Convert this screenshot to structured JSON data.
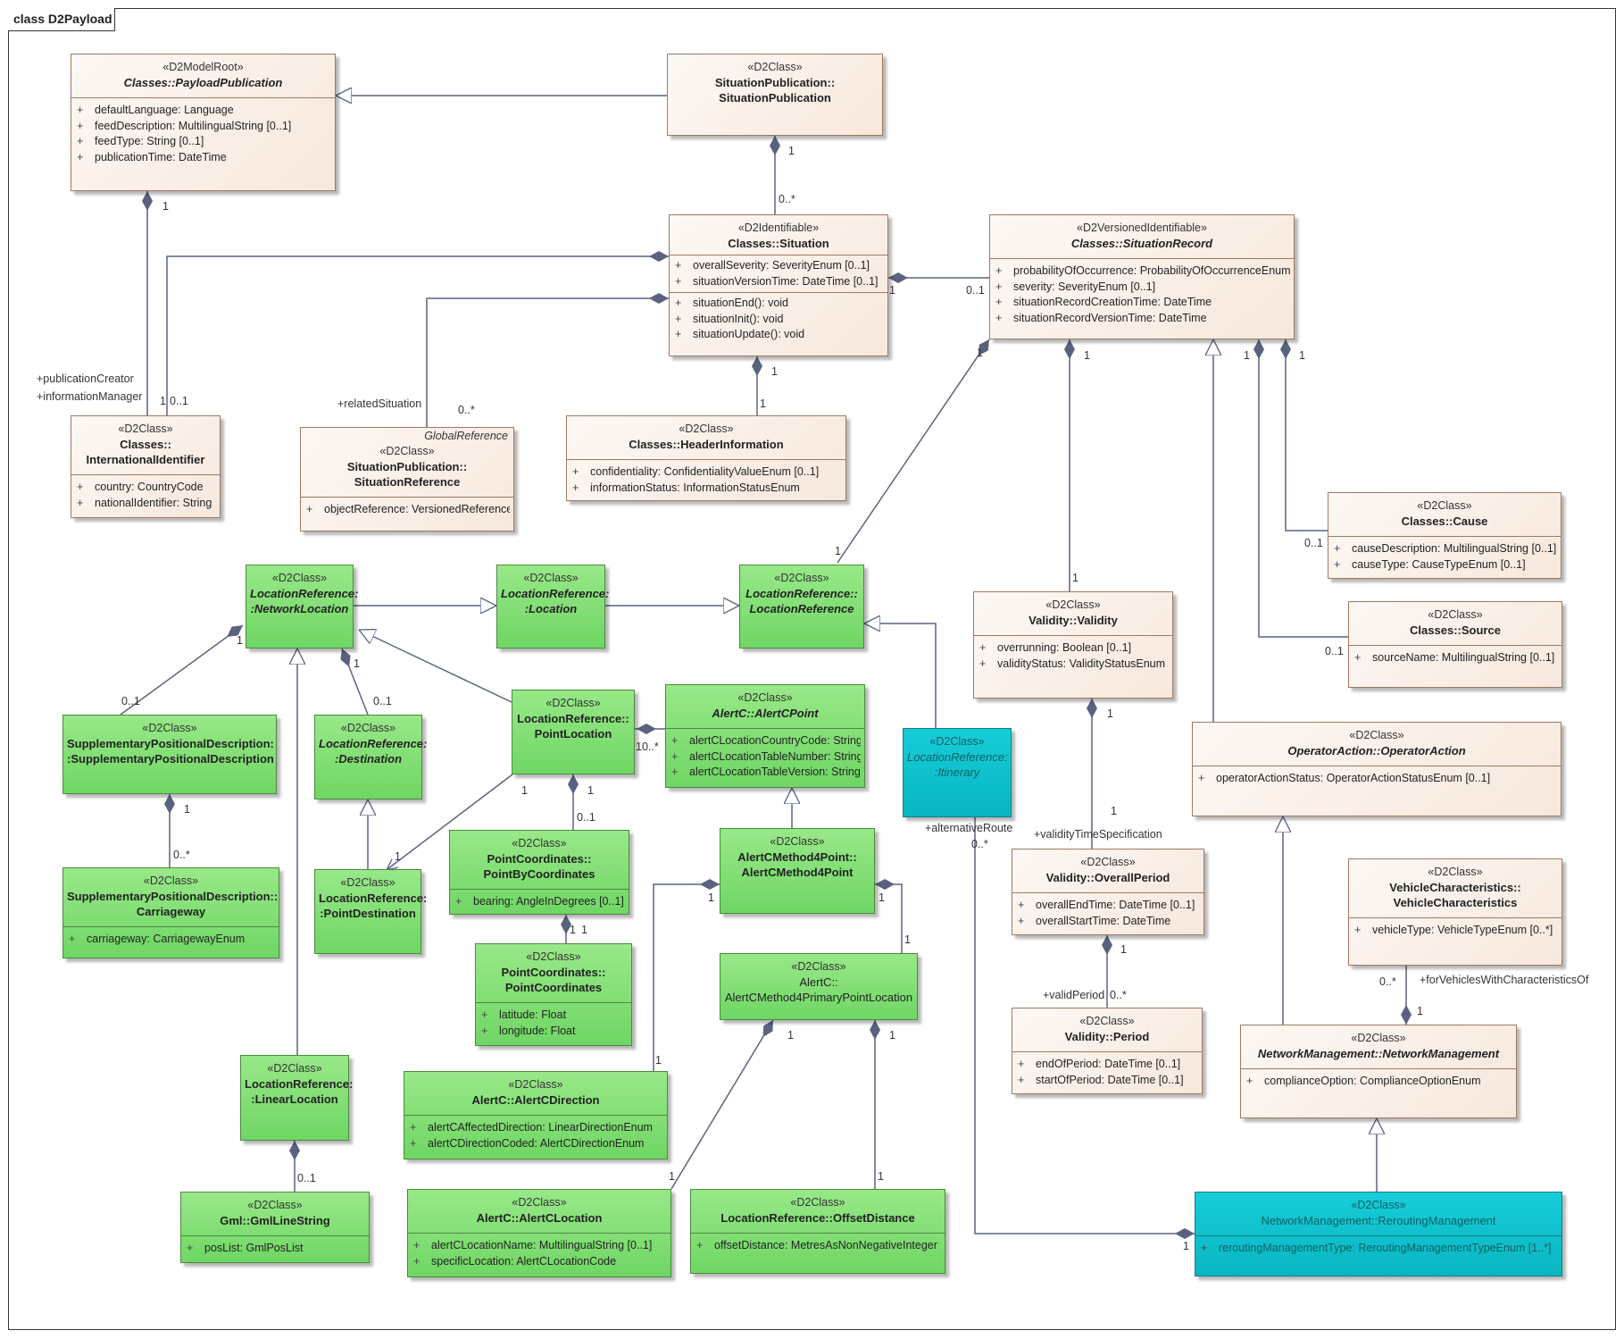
{
  "diagram": {
    "title": "class D2Payload"
  },
  "classes": {
    "payload_publication": {
      "stereotype": "«D2ModelRoot»",
      "name": "Classes::PayloadPublication",
      "attributes": [
        {
          "vis": "+",
          "text": "defaultLanguage: Language"
        },
        {
          "vis": "+",
          "text": "feedDescription: MultilingualString [0..1]"
        },
        {
          "vis": "+",
          "text": "feedType: String [0..1]"
        },
        {
          "vis": "+",
          "text": "publicationTime: DateTime"
        }
      ]
    },
    "situation_publication": {
      "stereotype": "«D2Class»",
      "name": "SituationPublication::\nSituationPublication"
    },
    "situation": {
      "stereotype": "«D2Identifiable»",
      "name": "Classes::Situation",
      "attributes": [
        {
          "vis": "+",
          "text": "overallSeverity: SeverityEnum [0..1]"
        },
        {
          "vis": "+",
          "text": "situationVersionTime: DateTime [0..1]"
        }
      ],
      "operations": [
        {
          "vis": "+",
          "text": "situationEnd(): void"
        },
        {
          "vis": "+",
          "text": "situationInit(): void"
        },
        {
          "vis": "+",
          "text": "situationUpdate(): void"
        }
      ]
    },
    "situation_record": {
      "stereotype": "«D2VersionedIdentifiable»",
      "name": "Classes::SituationRecord",
      "attributes": [
        {
          "vis": "+",
          "text": "probabilityOfOccurrence: ProbabilityOfOccurrenceEnum"
        },
        {
          "vis": "+",
          "text": "severity: SeverityEnum [0..1]"
        },
        {
          "vis": "+",
          "text": "situationRecordCreationTime: DateTime"
        },
        {
          "vis": "+",
          "text": "situationRecordVersionTime: DateTime"
        }
      ]
    },
    "international_identifier": {
      "stereotype": "«D2Class»",
      "name": "Classes::\nInternationalIdentifier",
      "attributes": [
        {
          "vis": "+",
          "text": "country: CountryCode"
        },
        {
          "vis": "+",
          "text": "nationalIdentifier: String"
        }
      ]
    },
    "situation_reference": {
      "global": "GlobalReference",
      "stereotype": "«D2Class»",
      "name": "SituationPublication::\nSituationReference",
      "attributes": [
        {
          "vis": "+",
          "text": "objectReference: VersionedReference"
        }
      ]
    },
    "header_information": {
      "stereotype": "«D2Class»",
      "name": "Classes::HeaderInformation",
      "attributes": [
        {
          "vis": "+",
          "text": "confidentiality: ConfidentialityValueEnum [0..1]"
        },
        {
          "vis": "+",
          "text": "informationStatus: InformationStatusEnum"
        }
      ]
    },
    "cause": {
      "stereotype": "«D2Class»",
      "name": "Classes::Cause",
      "attributes": [
        {
          "vis": "+",
          "text": "causeDescription: MultilingualString [0..1]"
        },
        {
          "vis": "+",
          "text": "causeType: CauseTypeEnum [0..1]"
        }
      ]
    },
    "source": {
      "stereotype": "«D2Class»",
      "name": "Classes::Source",
      "attributes": [
        {
          "vis": "+",
          "text": "sourceName: MultilingualString [0..1]"
        }
      ]
    },
    "validity": {
      "stereotype": "«D2Class»",
      "name": "Validity::Validity",
      "attributes": [
        {
          "vis": "+",
          "text": "overrunning: Boolean [0..1]"
        },
        {
          "vis": "+",
          "text": "validityStatus: ValidityStatusEnum"
        }
      ]
    },
    "operator_action": {
      "stereotype": "«D2Class»",
      "name": "OperatorAction::OperatorAction",
      "attributes": [
        {
          "vis": "+",
          "text": "operatorActionStatus: OperatorActionStatusEnum [0..1]"
        }
      ]
    },
    "overall_period": {
      "stereotype": "«D2Class»",
      "name": "Validity::OverallPeriod",
      "attributes": [
        {
          "vis": "+",
          "text": "overallEndTime: DateTime [0..1]"
        },
        {
          "vis": "+",
          "text": "overallStartTime: DateTime"
        }
      ]
    },
    "period": {
      "stereotype": "«D2Class»",
      "name": "Validity::Period",
      "attributes": [
        {
          "vis": "+",
          "text": "endOfPeriod: DateTime [0..1]"
        },
        {
          "vis": "+",
          "text": "startOfPeriod: DateTime [0..1]"
        }
      ]
    },
    "vehicle_characteristics": {
      "stereotype": "«D2Class»",
      "name": "VehicleCharacteristics::\nVehicleCharacteristics",
      "attributes": [
        {
          "vis": "+",
          "text": "vehicleType: VehicleTypeEnum [0..*]"
        }
      ]
    },
    "network_management": {
      "stereotype": "«D2Class»",
      "name": "NetworkManagement::NetworkManagement",
      "attributes": [
        {
          "vis": "+",
          "text": "complianceOption: ComplianceOptionEnum"
        }
      ]
    },
    "rerouting_management": {
      "stereotype": "«D2Class»",
      "name": "NetworkManagement::ReroutingManagement",
      "attributes": [
        {
          "vis": "+",
          "text": "reroutingManagementType: ReroutingManagementTypeEnum [1..*]"
        }
      ]
    },
    "network_location": {
      "stereotype": "«D2Class»",
      "name": "LocationReference:\n:NetworkLocation"
    },
    "location": {
      "stereotype": "«D2Class»",
      "name": "LocationReference:\n:Location"
    },
    "location_reference": {
      "stereotype": "«D2Class»",
      "name": "LocationReference::\nLocationReference"
    },
    "itinerary": {
      "stereotype": "«D2Class»",
      "name": "LocationReference:\n:Itinerary"
    },
    "supp_pos_desc": {
      "stereotype": "«D2Class»",
      "name": "SupplementaryPositionalDescription:\n:SupplementaryPositionalDescription"
    },
    "destination": {
      "stereotype": "«D2Class»",
      "name": "LocationReference:\n:Destination"
    },
    "point_location": {
      "stereotype": "«D2Class»",
      "name": "LocationReference::\nPointLocation"
    },
    "alertc_point": {
      "stereotype": "«D2Class»",
      "name": "AlertC::AlertCPoint",
      "attributes": [
        {
          "vis": "+",
          "text": "alertCLocationCountryCode: String"
        },
        {
          "vis": "+",
          "text": "alertCLocationTableNumber: String"
        },
        {
          "vis": "+",
          "text": "alertCLocationTableVersion: String"
        }
      ]
    },
    "carriageway": {
      "stereotype": "«D2Class»",
      "name": "SupplementaryPositionalDescription::\nCarriageway",
      "attributes": [
        {
          "vis": "+",
          "text": "carriageway: CarriagewayEnum"
        }
      ]
    },
    "point_destination": {
      "stereotype": "«D2Class»",
      "name": "LocationReference:\n:PointDestination"
    },
    "point_by_coordinates": {
      "stereotype": "«D2Class»",
      "name": "PointCoordinates::\nPointByCoordinates",
      "attributes": [
        {
          "vis": "+",
          "text": "bearing: AngleInDegrees [0..1]"
        }
      ]
    },
    "alertc_method4_point": {
      "stereotype": "«D2Class»",
      "name": "AlertCMethod4Point::\nAlertCMethod4Point"
    },
    "point_coordinates": {
      "stereotype": "«D2Class»",
      "name": "PointCoordinates::\nPointCoordinates",
      "attributes": [
        {
          "vis": "+",
          "text": "latitude: Float"
        },
        {
          "vis": "+",
          "text": "longitude: Float"
        }
      ]
    },
    "alertc_method4_primary": {
      "stereotype": "«D2Class»",
      "name": "AlertC::\nAlertCMethod4PrimaryPointLocation"
    },
    "linear_location": {
      "stereotype": "«D2Class»",
      "name": "LocationReference:\n:LinearLocation"
    },
    "alertc_direction": {
      "stereotype": "«D2Class»",
      "name": "AlertC::AlertCDirection",
      "attributes": [
        {
          "vis": "+",
          "text": "alertCAffectedDirection: LinearDirectionEnum"
        },
        {
          "vis": "+",
          "text": "alertCDirectionCoded: AlertCDirectionEnum"
        }
      ]
    },
    "gml_line_string": {
      "stereotype": "«D2Class»",
      "name": "Gml::GmlLineString",
      "attributes": [
        {
          "vis": "+",
          "text": "posList: GmlPosList"
        }
      ]
    },
    "alertc_location": {
      "stereotype": "«D2Class»",
      "name": "AlertC::AlertCLocation",
      "attributes": [
        {
          "vis": "+",
          "text": "alertCLocationName: MultilingualString [0..1]"
        },
        {
          "vis": "+",
          "text": "specificLocation: AlertCLocationCode"
        }
      ]
    },
    "offset_distance": {
      "stereotype": "«D2Class»",
      "name": "LocationReference::OffsetDistance",
      "attributes": [
        {
          "vis": "+",
          "text": "offsetDistance: MetresAsNonNegativeInteger"
        }
      ]
    }
  },
  "labels": {
    "m_sp_pp": "1",
    "m_sp_sit_1": "1",
    "m_sp_sit_many": "0..*",
    "m_pp_ii": "1",
    "role_pub_creator": "+publicationCreator",
    "role_info_manager": "+informationManager",
    "m_ii_1": "1",
    "m_ii_01": "0..1",
    "role_related_situation": "+relatedSituation",
    "m_rel_many": "0..*",
    "m_sit_sr_1": "1",
    "m_sit_sr_01": "0..1",
    "m_sit_hi_1": "1",
    "m_hi_1": "1",
    "m_sr_lr_1": "1",
    "m_lr_1": "1",
    "m_sr_val_1": "1",
    "m_val_1": "1",
    "m_sr_cause_1": "1",
    "m_sr_source_1": "1",
    "m_cause_01": "0..1",
    "m_source_01": "0..1",
    "m_nl_spd_1": "1",
    "m_spd_01": "0..1",
    "m_nl_dest_1": "1",
    "m_dest_01": "0..1",
    "m_spd_cw_1": "1",
    "m_cw_many": "0..*",
    "m_pl_ac_many": "10..*",
    "m_pl_pd_1": "1",
    "m_pd_1": "1",
    "m_pl_pbc_1": "1",
    "m_pbc_01": "0..1",
    "m_pbc_pc_1": "1",
    "m_pc_1": "1",
    "m_m4p_dir_1": "1",
    "m_dir_1": "1",
    "m_m4p_pri_1": "1",
    "m_pri_1": "1",
    "m_pri_loc_1": "1",
    "m_loc_1": "1",
    "m_pri_off_1": "1",
    "m_off_1": "1",
    "m_ll_gml_01": "0..1",
    "role_alt_route": "+alternativeRoute",
    "m_alt_many": "0..*",
    "m_rm_1": "1",
    "m_val_op_1": "1",
    "role_validity_time_spec": "+validityTimeSpecification",
    "m_op_1": "1",
    "m_op_p_1": "1",
    "role_valid_period": "+validPeriod",
    "m_p_many": "0..*",
    "m_vc_many": "0..*",
    "role_for_vehicles": "+forVehiclesWithCharacteristicsOf",
    "m_nm_vc_1": "1"
  },
  "colors": {
    "line": "#5a6280",
    "beige_border": "#a07860",
    "green_fill": "#7edc72",
    "cyan_fill": "#0fc3cd"
  }
}
